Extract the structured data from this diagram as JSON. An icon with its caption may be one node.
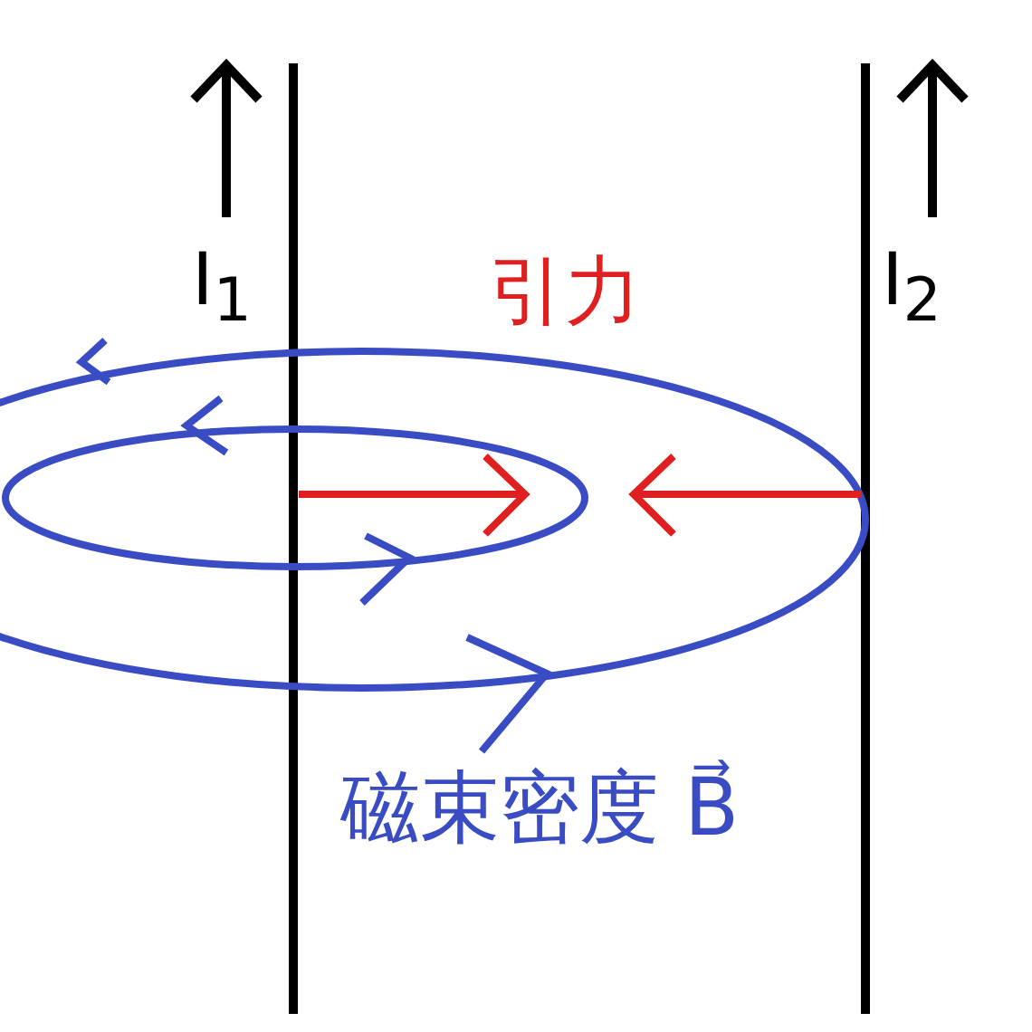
{
  "diagram": {
    "labels": [
      "I$_{1}$",
      "引力",
      "I$_{2}$",
      "磁束密度 B⃗"
    ]
  }
}
